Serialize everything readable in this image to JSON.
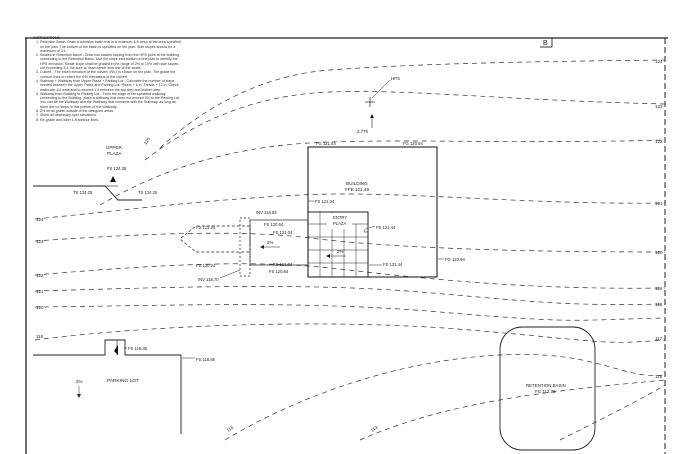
{
  "instructions": {
    "heading": "INSTRUCTIONS",
    "items": [
      "Retention Basin: Draw a retention basin that is a minimum 4-ft deep at the area specified on the plan. The bottom of the basin is specified on the plan. Side slopes should be a maximum of 3:1.",
      "Swales in Retention Basin - Draw two swales sloping from the HPS point at the building connecting to the Retention Basin. Use the slope information on the plan to identify the HPS elevation. Swale slope shall be graded in the range of 2% to 10% with side slopes not exceeding 3:1. Be sure to draw center flow line of the swale.",
      "Culvert - The invert elevation of the culvert: INV.) is shown on the plan. The grade the contour lines to reflect the INV elevations of the culvert.",
      "Stairway + Walkway from Upper Plaza + Parking Lot - Calculate the number of steps needed between the Upper Plaza and Parking Lot. Risers + 6 in. Treads + 12 in. Check walks are 1/4 wide and to exceed 1:4 between the top step and bottom step.",
      "Walkway from Building to Parking Lot - From the edge of the specified walkway connecting to the Building, place a walkway that does not exceed 5% to the Parking Lot. You can tie the Walkway and the Walkway that connects with the Stairway, as long as there are no steps in this portion of the Walkway.",
      "2% on all grade outside of the designed areas.",
      "Show all necessary spot elevations.",
      "Re-grade and label 1-ft contour lines."
    ]
  },
  "labels": {
    "sheet_marker": "B",
    "hps": "HPS",
    "slope_2775": "2.775",
    "upper_plaza_1": "UPPER",
    "upper_plaza_2": "PLAZA",
    "fs_124_38": "FS 124.38",
    "ts_124_25": "TS 124.25",
    "ts_124_25b": "TS 124.25",
    "fg_121_64": "FG 121.64",
    "fg_120_94_top": "FG 120.94",
    "building_1": "BUILDING",
    "building_2": "FFE 121.48",
    "fs_121_04_a": "FS 121.04",
    "inv_118_83": "INV 118.83",
    "fs_121_24": "FS 121.24",
    "fs_120_64_a": "FS 120.64",
    "fs_121_04_b": "FS 121.04",
    "pct_2_a": "2%",
    "entry_1": "ENTRY",
    "entry_2": "PLAZA",
    "fs_121_44_a": "FS 121.44",
    "pct_2_b": "2%",
    "fs_120_24": "FS 120.24",
    "fs_121_04_c": "FS 121.04",
    "fs_120_64_b": "FS 120.64",
    "fs_121_44_b": "FS 121.44",
    "fg_120_94_right": "FG 120.94",
    "inv_118_70": "INV 118.70",
    "fs_118_38": "FS 118.38",
    "fs_118_85": "FS 118.85",
    "pct_2_c": "2%",
    "parking_lot": "PARKING LOT",
    "basin_1": "RETENTION BASIN",
    "basin_2": "FG 112.75"
  },
  "contours": {
    "c124_left": "124",
    "c123_left": "123",
    "c122_left": "122",
    "c121_left": "121",
    "c120_left": "120",
    "c119_left": "119",
    "c124_right": "124",
    "c123_right": "123",
    "c122_right": "122",
    "c121_right": "121",
    "c120_right": "120",
    "c119_right": "119",
    "c118_right": "118",
    "c117_right": "117",
    "c116_right": "116",
    "c125": "125",
    "c115": "115",
    "c113": "113"
  }
}
